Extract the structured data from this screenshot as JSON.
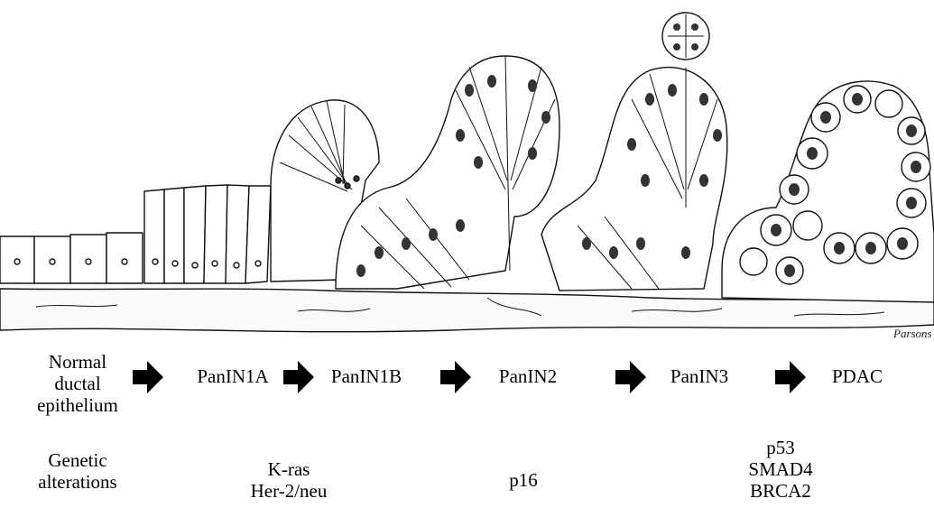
{
  "stages": [
    {
      "id": "normal",
      "label": "Normal\nductal\nepithelium"
    },
    {
      "id": "panin1a",
      "label": "PanIN1A"
    },
    {
      "id": "panin1b",
      "label": "PanIN1B"
    },
    {
      "id": "panin2",
      "label": "PanIN2"
    },
    {
      "id": "panin3",
      "label": "PanIN3"
    },
    {
      "id": "pdac",
      "label": "PDAC"
    }
  ],
  "arrow_icon": "right-arrow-icon",
  "genetic": {
    "heading": "Genetic\nalterations",
    "groups": [
      {
        "id": "early",
        "genes": "K-ras\nHer-2/neu"
      },
      {
        "id": "mid",
        "genes": "p16"
      },
      {
        "id": "late",
        "genes": "p53\nSMAD4\nBRCA2"
      }
    ]
  },
  "signature": "Parsons"
}
